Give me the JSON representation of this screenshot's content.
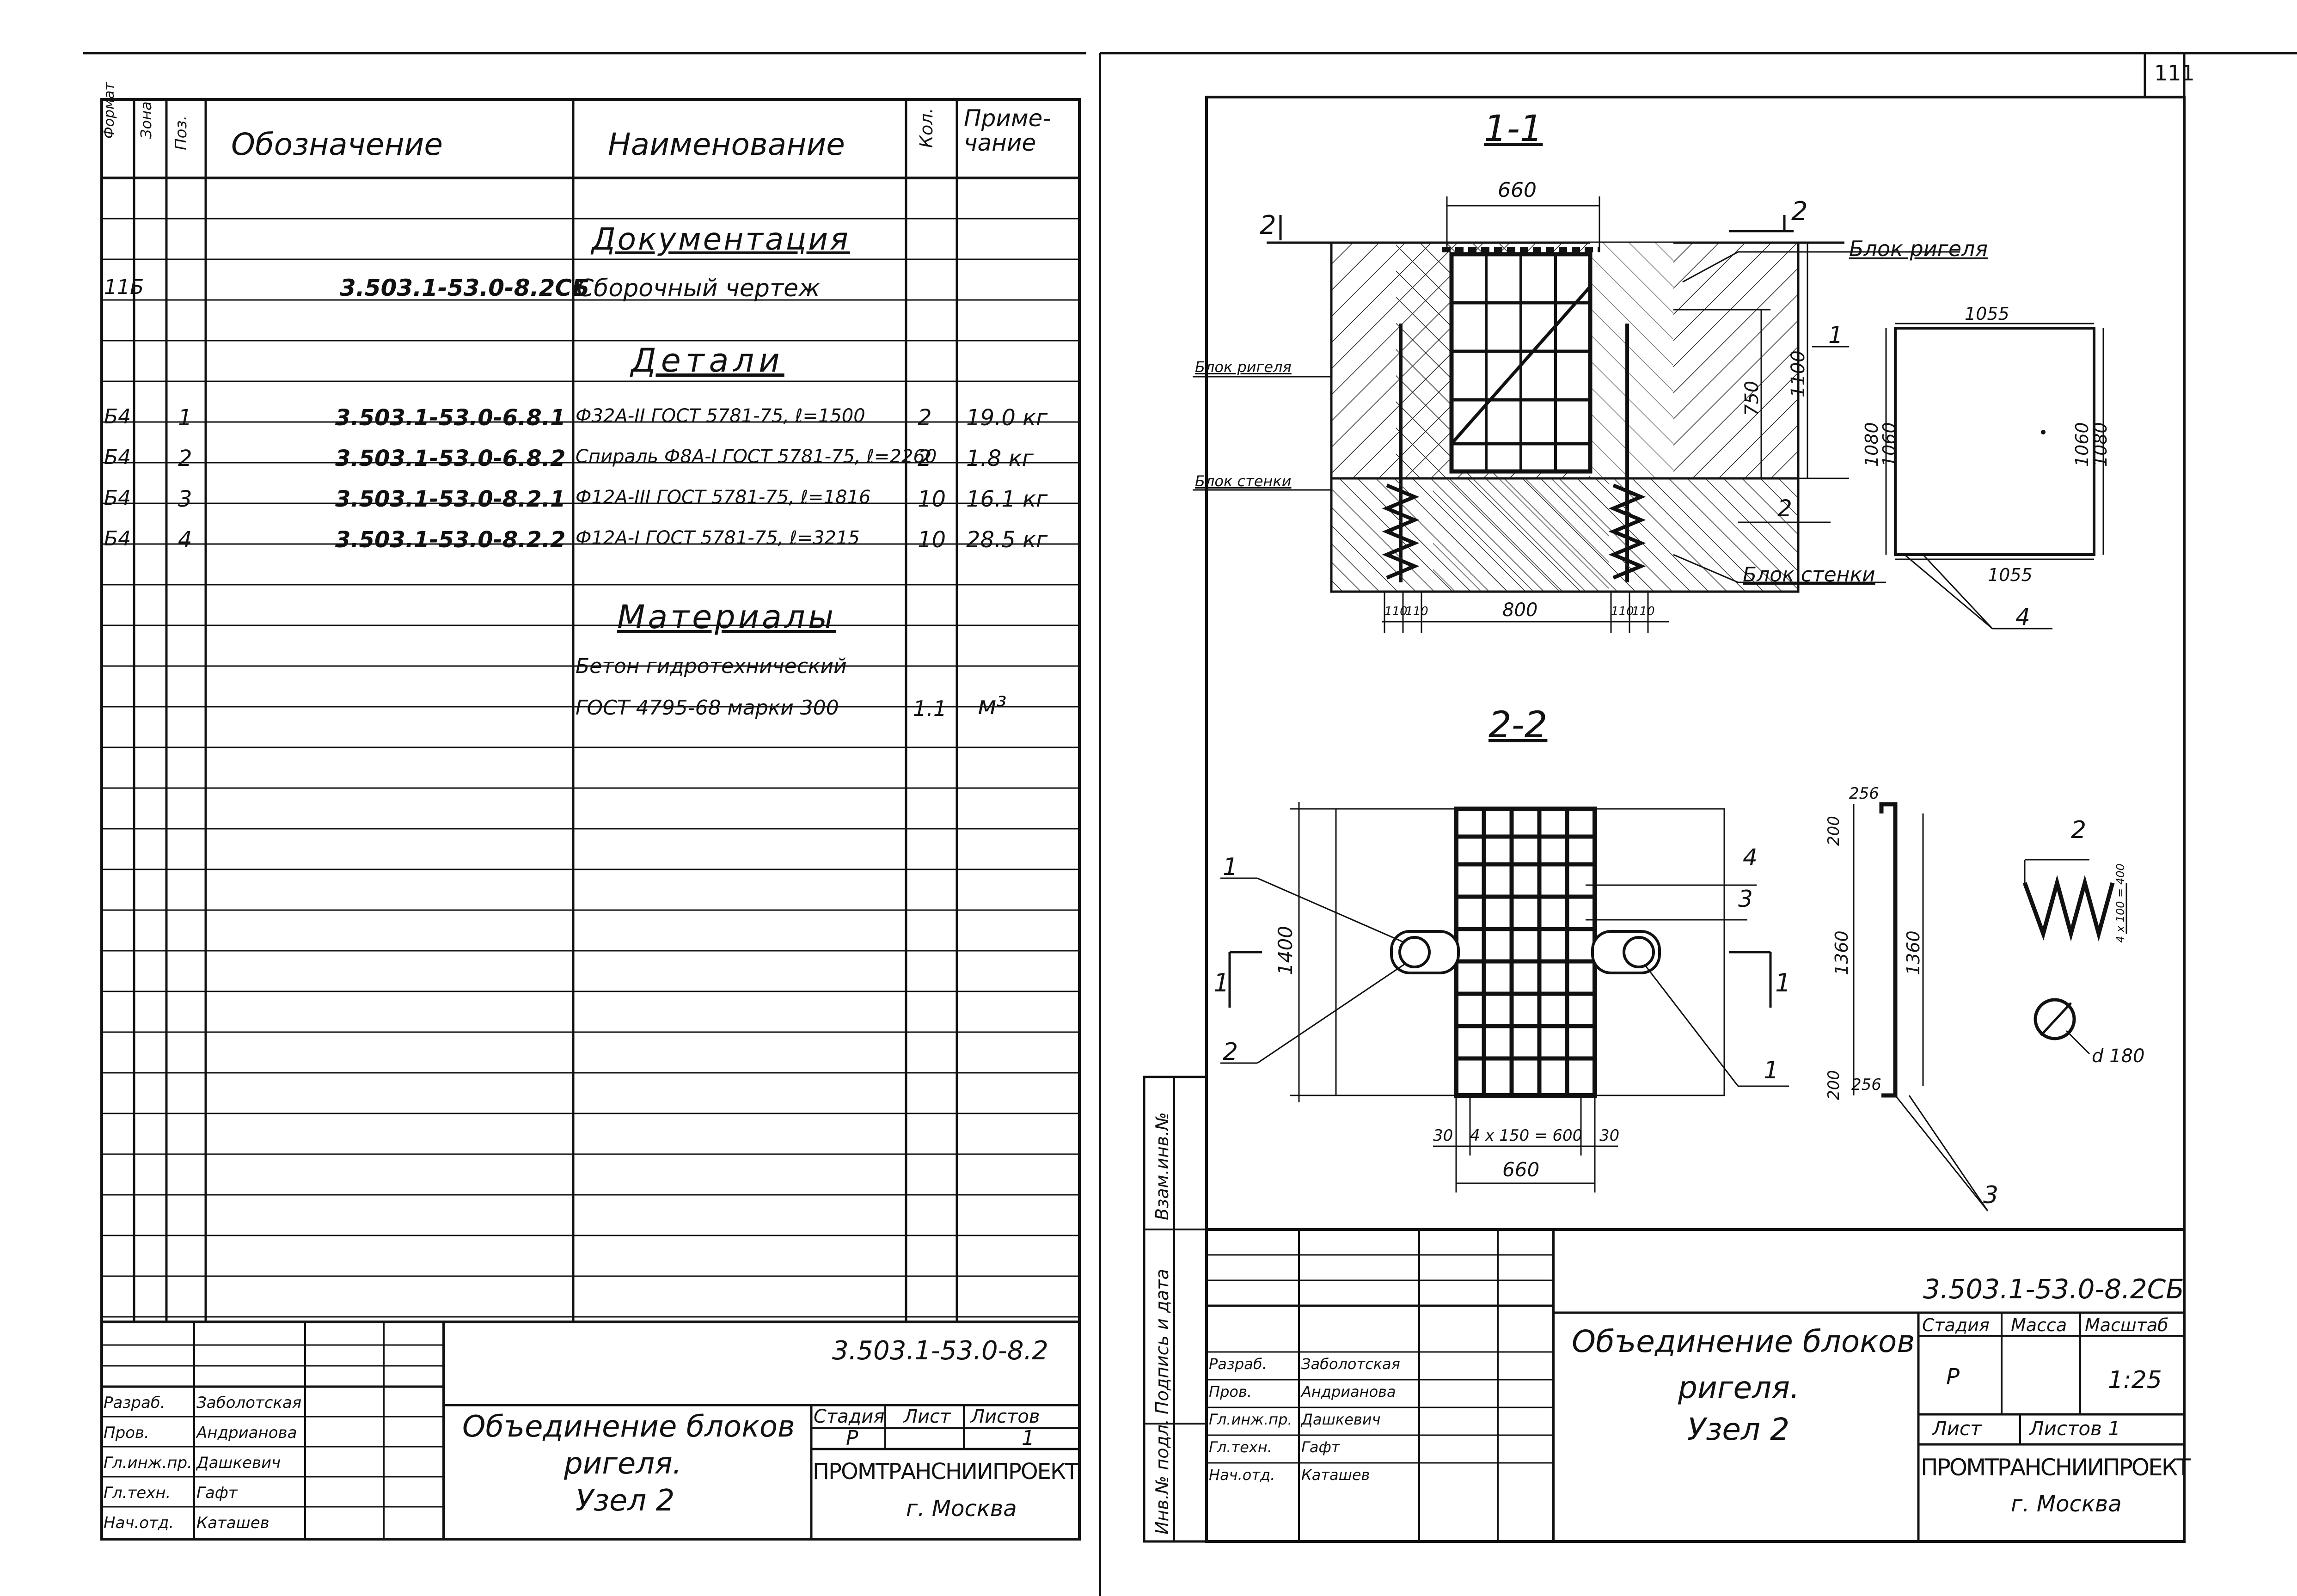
{
  "page_number": "111",
  "spec": {
    "headers": {
      "format": "Формат",
      "zone": "Зона",
      "pos": "Поз.",
      "designation": "Обозначение",
      "name": "Наименование",
      "qty": "Кол.",
      "note": "Приме-\nчание"
    },
    "section_documentation": "Документация",
    "doc_row": {
      "format": "11Б",
      "designation": "3.503.1-53.0-8.2СБ",
      "name": "Сборочный чертеж"
    },
    "section_details": "Детали",
    "rows": [
      {
        "format": "Б4",
        "pos": "1",
        "designation": "3.503.1-53.0-6.8.1",
        "name": "Ф32А-II ГОСТ 5781-75, ℓ=1500",
        "qty": "2",
        "note": "19.0 кг"
      },
      {
        "format": "Б4",
        "pos": "2",
        "designation": "3.503.1-53.0-6.8.2",
        "name": "Спираль Ф8А-I ГОСТ 5781-75, ℓ=2260",
        "qty": "2",
        "note": "1.8 кг"
      },
      {
        "format": "Б4",
        "pos": "3",
        "designation": "3.503.1-53.0-8.2.1",
        "name": "Ф12А-III ГОСТ 5781-75, ℓ=1816",
        "qty": "10",
        "note": "16.1 кг"
      },
      {
        "format": "Б4",
        "pos": "4",
        "designation": "3.503.1-53.0-8.2.2",
        "name": "Ф12А-I ГОСТ 5781-75, ℓ=3215",
        "qty": "10",
        "note": "28.5 кг"
      }
    ],
    "section_materials": "Материалы",
    "material_line1": "Бетон гидротехнический",
    "material_line2": "ГОСТ 4795-68 марки 300",
    "material_qty": "1.1",
    "material_unit": "м³"
  },
  "left_title_block": {
    "code": "3.503.1-53.0-8.2",
    "title_l1": "Объединение блоков",
    "title_l2": "ригеля.",
    "title_l3": "Узел 2",
    "stage_h": "Стадия",
    "sheet_h": "Лист",
    "sheets_h": "Листов",
    "stage": "Р",
    "sheets": "1",
    "org": "ПРОМТРАНСНИИПРОЕКТ",
    "city": "г. Москва",
    "roles": [
      "Разраб.",
      "Пров.",
      "Гл.инж.пр.",
      "Гл.техн.",
      "Нач.отд."
    ],
    "names": [
      "Заболотская",
      "Андрианова",
      "Дашкевич",
      "Гафт",
      "Каташев"
    ]
  },
  "right_title_block": {
    "code": "3.503.1-53.0-8.2СБ",
    "title_l1": "Объединение блоков",
    "title_l2": "ригеля.",
    "title_l3": "Узел 2",
    "stage_h": "Стадия",
    "mass_h": "Масса",
    "scale_h": "Масштаб",
    "stage": "Р",
    "scale": "1:25",
    "sheet_l": "Лист",
    "sheets_l": "Листов 1",
    "org": "ПРОМТРАНСНИИПРОЕКТ",
    "city": "г. Москва",
    "roles": [
      "Разраб.",
      "Пров.",
      "Гл.инж.пр.",
      "Гл.техн.",
      "Нач.отд."
    ],
    "names": [
      "Заболотская",
      "Андрианова",
      "Дашкевич",
      "Гафт",
      "Каташев"
    ],
    "side_labels": [
      "Инв.№ подл.",
      "Подпись и дата",
      "Взам.инв.№"
    ]
  },
  "drawing": {
    "section11": "1-1",
    "section22": "2-2",
    "label_block_rigel_top": "Блок ригеля",
    "label_block_rigel_left": "Блок ригеля",
    "label_block_stenki_left": "Блок стенки",
    "label_block_stenki_right": "Блок стенки",
    "d660_top": "660",
    "d750": "750",
    "d1100": "1100",
    "d800": "800",
    "d110": "110",
    "d1055_top": "1055",
    "d1055_bot": "1055",
    "d1080_l": "1080",
    "d1060_l": "1060",
    "d1060_r": "1060",
    "d1080_r": "1080",
    "d1400": "1400",
    "d30a": "30",
    "d4x150": "4 x 150 = 600",
    "d30b": "30",
    "d660_bot": "660",
    "d256_top": "256",
    "d200_top": "200",
    "d1360_a": "1360",
    "d1360_b": "1360",
    "d200_bot": "200",
    "d256_bot": "256",
    "d_spiral": "4 x 100 = 400",
    "d180": "d 180",
    "cut_2": "2",
    "cut_1": "1",
    "pos_labels": [
      "1",
      "2",
      "3",
      "4"
    ]
  }
}
